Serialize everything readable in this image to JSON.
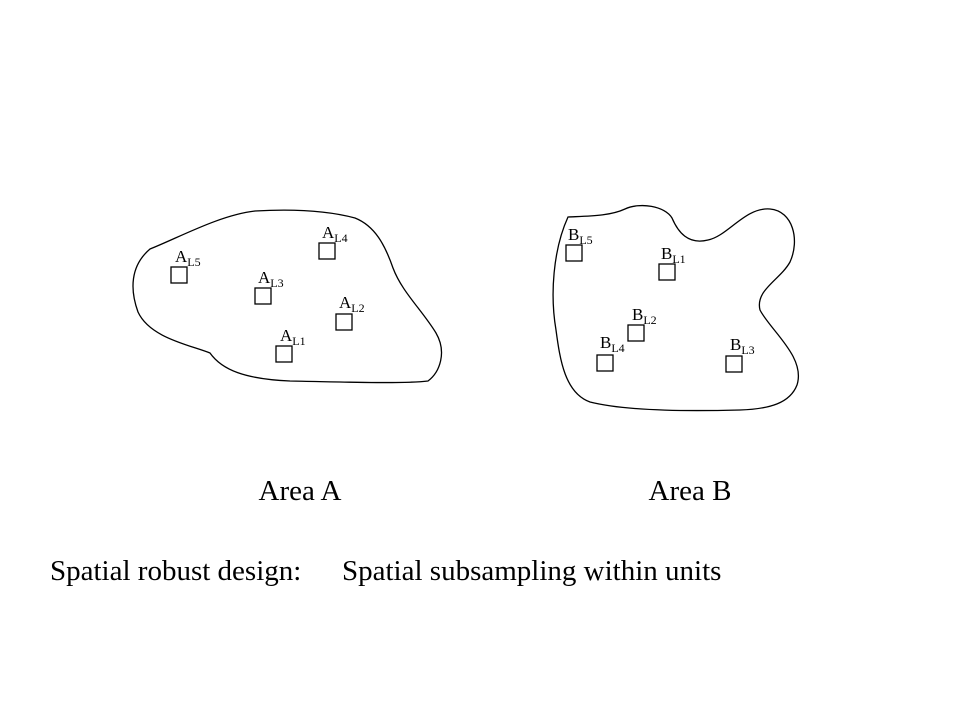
{
  "areas": [
    {
      "title": "Area A",
      "plots": [
        {
          "letter": "A",
          "sub": "L5"
        },
        {
          "letter": "A",
          "sub": "L4"
        },
        {
          "letter": "A",
          "sub": "L3"
        },
        {
          "letter": "A",
          "sub": "L2"
        },
        {
          "letter": "A",
          "sub": "L1"
        }
      ]
    },
    {
      "title": "Area B",
      "plots": [
        {
          "letter": "B",
          "sub": "L5"
        },
        {
          "letter": "B",
          "sub": "L1"
        },
        {
          "letter": "B",
          "sub": "L2"
        },
        {
          "letter": "B",
          "sub": "L4"
        },
        {
          "letter": "B",
          "sub": "L3"
        }
      ]
    }
  ],
  "caption": {
    "part1": "Spatial robust design:",
    "part2": "Spatial subsampling within units"
  }
}
